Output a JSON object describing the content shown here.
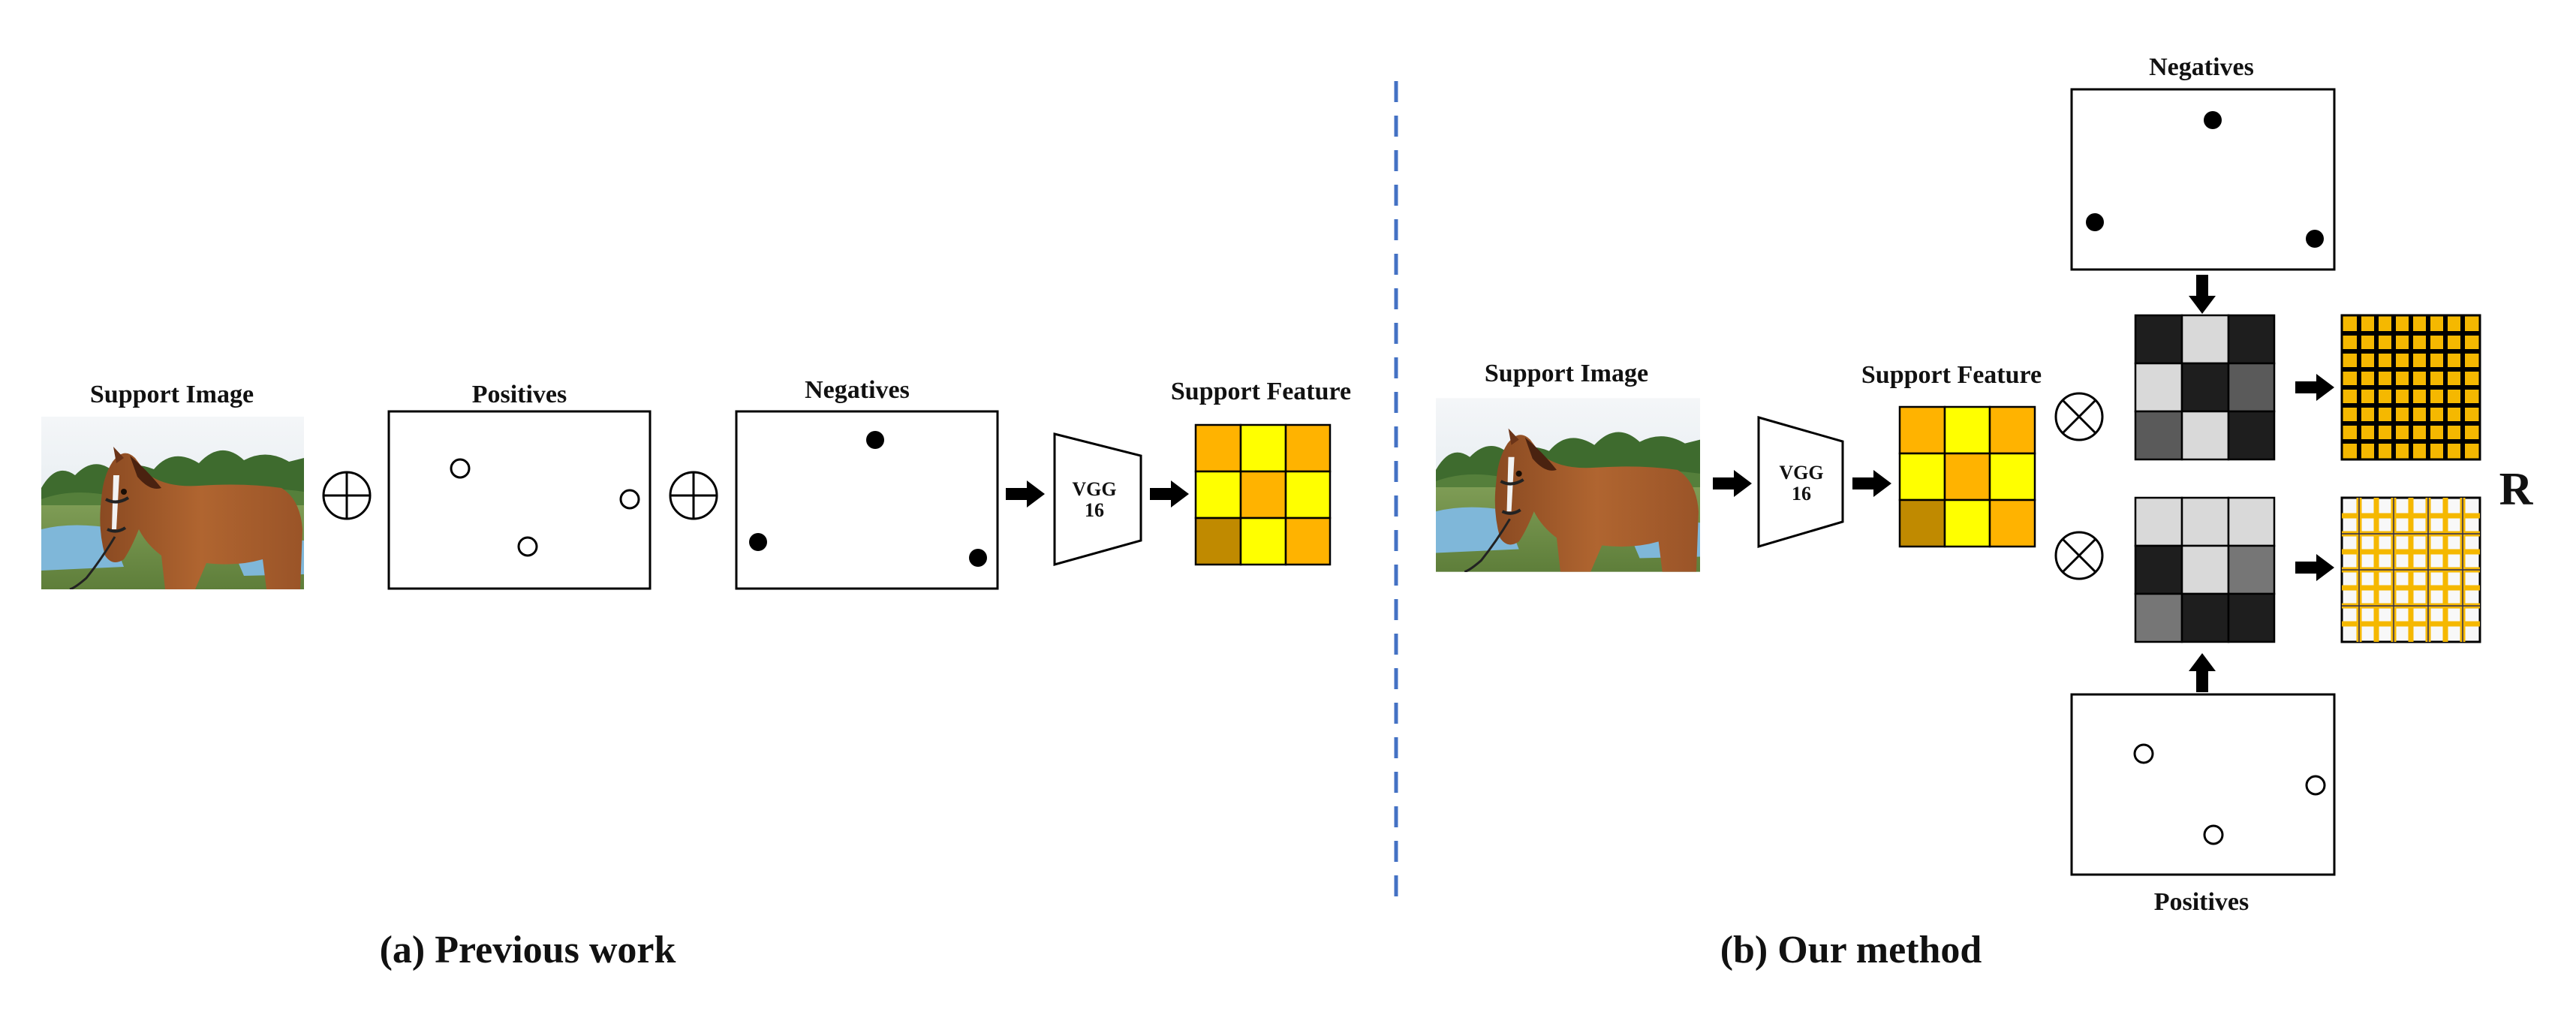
{
  "left": {
    "support_image_label": "Support Image",
    "positives_label": "Positives",
    "negatives_label": "Negatives",
    "vgg_line1": "VGG",
    "vgg_line2": "16",
    "support_feature_label": "Support Feature",
    "caption": "(a) Previous work"
  },
  "right": {
    "support_image_label": "Support Image",
    "vgg_line1": "VGG",
    "vgg_line2": "16",
    "support_feature_label": "Support Feature",
    "negatives_label": "Negatives",
    "positives_label": "Positives",
    "result_label": "R",
    "caption": "(b) Our method"
  },
  "colors": {
    "feature_light_yellow": "#FFFF00",
    "feature_orange": "#FFB300",
    "feature_dark_gold": "#C08A00",
    "divider_blue": "#4472C4",
    "sim_black": "#1E1E1E",
    "sim_light": "#D9D9D9",
    "sim_mid": "#5A5A5A",
    "sim_gray": "#767676"
  },
  "icons": [
    "oplus-icon",
    "otimes-icon",
    "arrow-right-icon",
    "arrow-down-icon",
    "arrow-up-icon",
    "horse-image"
  ]
}
